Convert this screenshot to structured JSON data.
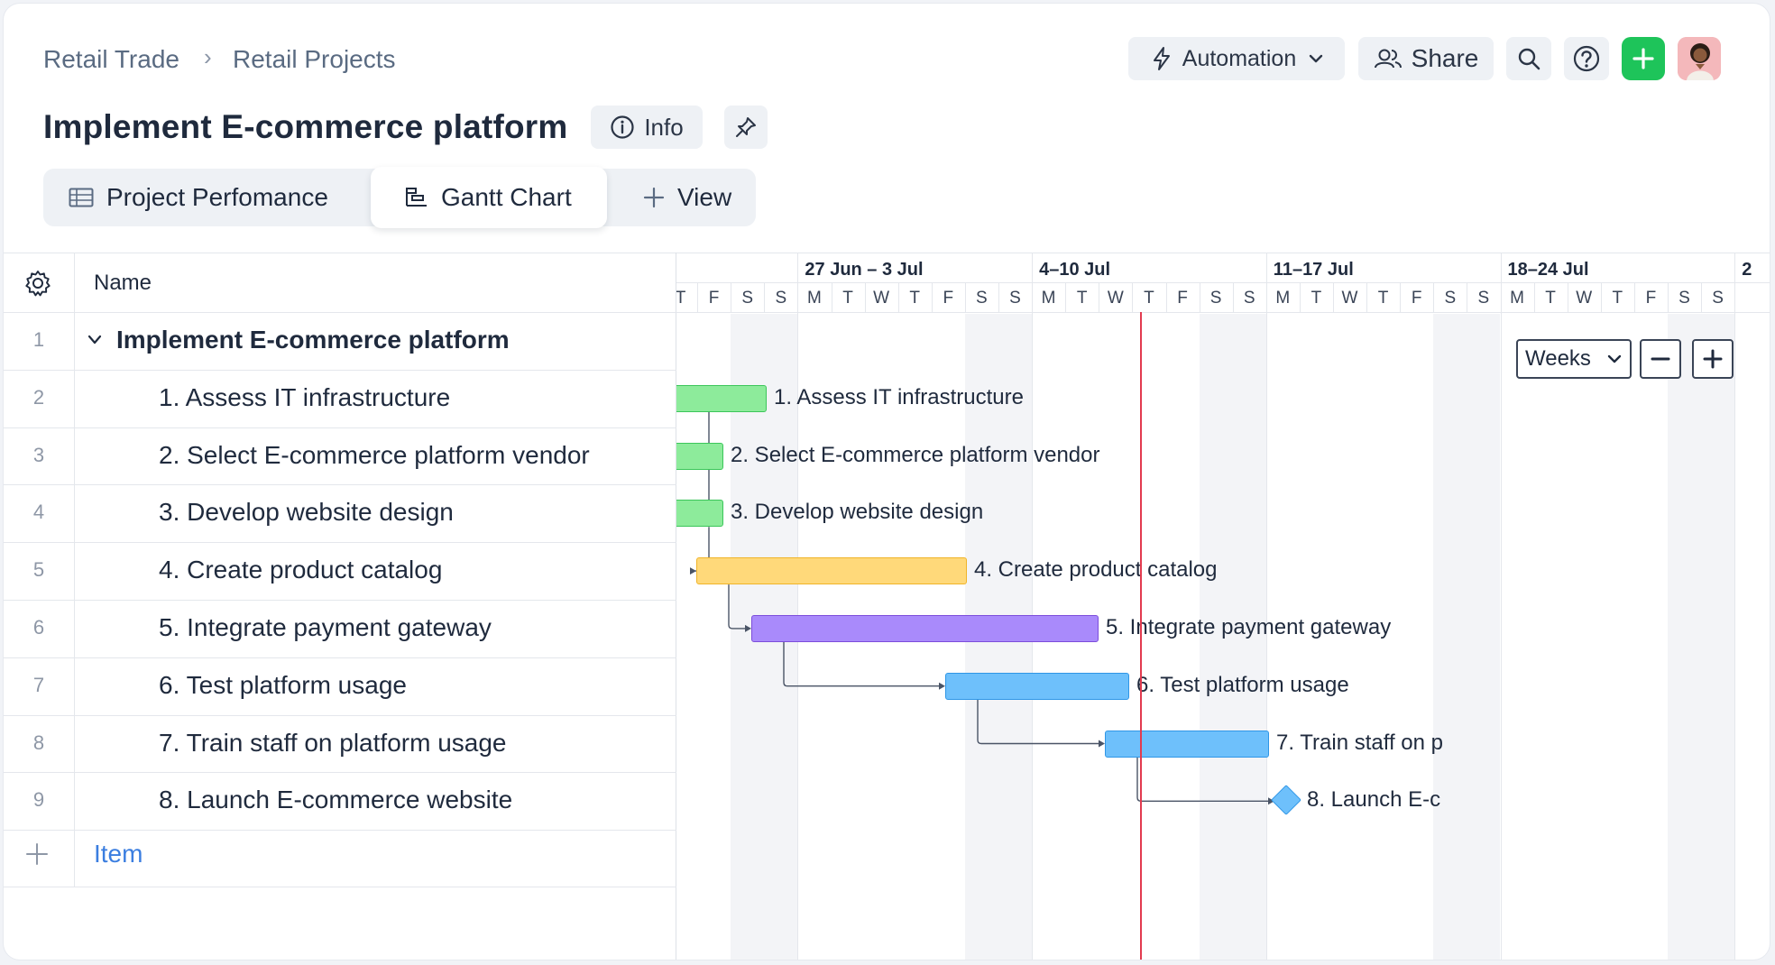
{
  "breadcrumb": {
    "workspace": "Retail Trade",
    "project": "Retail Projects",
    "separator": "›"
  },
  "page_title": "Implement E-commerce platform",
  "info_button": "Info",
  "topbar": {
    "automation": "Automation",
    "share": "Share"
  },
  "tabs": [
    {
      "label": "Project Perfomance",
      "icon": "table-icon",
      "active": false
    },
    {
      "label": "Gantt Chart",
      "icon": "gantt-icon",
      "active": true
    },
    {
      "label": "View",
      "icon": "plus-icon",
      "active": false
    }
  ],
  "grid": {
    "column_header": "Name",
    "rows": [
      {
        "num": "1",
        "name": "Implement E-commerce platform",
        "group": true
      },
      {
        "num": "2",
        "name": "1. Assess IT infrastructure"
      },
      {
        "num": "3",
        "name": "2. Select E-commerce platform vendor"
      },
      {
        "num": "4",
        "name": "3. Develop website design"
      },
      {
        "num": "5",
        "name": "4. Create product catalog"
      },
      {
        "num": "6",
        "name": "5. Integrate payment gateway"
      },
      {
        "num": "7",
        "name": "6. Test platform usage"
      },
      {
        "num": "8",
        "name": "7. Train staff on platform usage"
      },
      {
        "num": "9",
        "name": "8. Launch E-commerce website"
      }
    ],
    "add_item_label": "Item"
  },
  "timeline": {
    "weeks": [
      "27 Jun – 3 Jul",
      "4–10 Jul",
      "11–17 Jul",
      "18–24 Jul",
      "2"
    ],
    "days": [
      "T",
      "F",
      "S",
      "S",
      "M",
      "T",
      "W",
      "T",
      "F",
      "S",
      "S",
      "M",
      "T",
      "W",
      "T",
      "F",
      "S",
      "S",
      "M",
      "T",
      "W",
      "T",
      "F",
      "S",
      "S",
      "M",
      "T",
      "W",
      "T",
      "F",
      "S",
      "S"
    ],
    "zoom": "Weeks",
    "tasks": [
      {
        "label": "1. Assess IT infrastructure",
        "color": "#8deb9b",
        "border": "#3cc65a"
      },
      {
        "label": "2. Select E-commerce platform vendor",
        "color": "#8deb9b",
        "border": "#3cc65a"
      },
      {
        "label": "3. Develop website design",
        "color": "#8deb9b",
        "border": "#3cc65a"
      },
      {
        "label": "4. Create product catalog",
        "color": "#ffd97a",
        "border": "#f0b429"
      },
      {
        "label": "5. Integrate payment gateway",
        "color": "#a98afb",
        "border": "#7c4ddb"
      },
      {
        "label": "6. Test platform usage",
        "color": "#6ec0fb",
        "border": "#2f96e6"
      },
      {
        "label": "7. Train staff on p",
        "color": "#6ec0fb",
        "border": "#2f96e6"
      },
      {
        "label": "8. Launch E-c",
        "color": "#6ec0fb",
        "border": "#2f96e6",
        "milestone": true
      }
    ],
    "today_color": "#e23b4f"
  }
}
